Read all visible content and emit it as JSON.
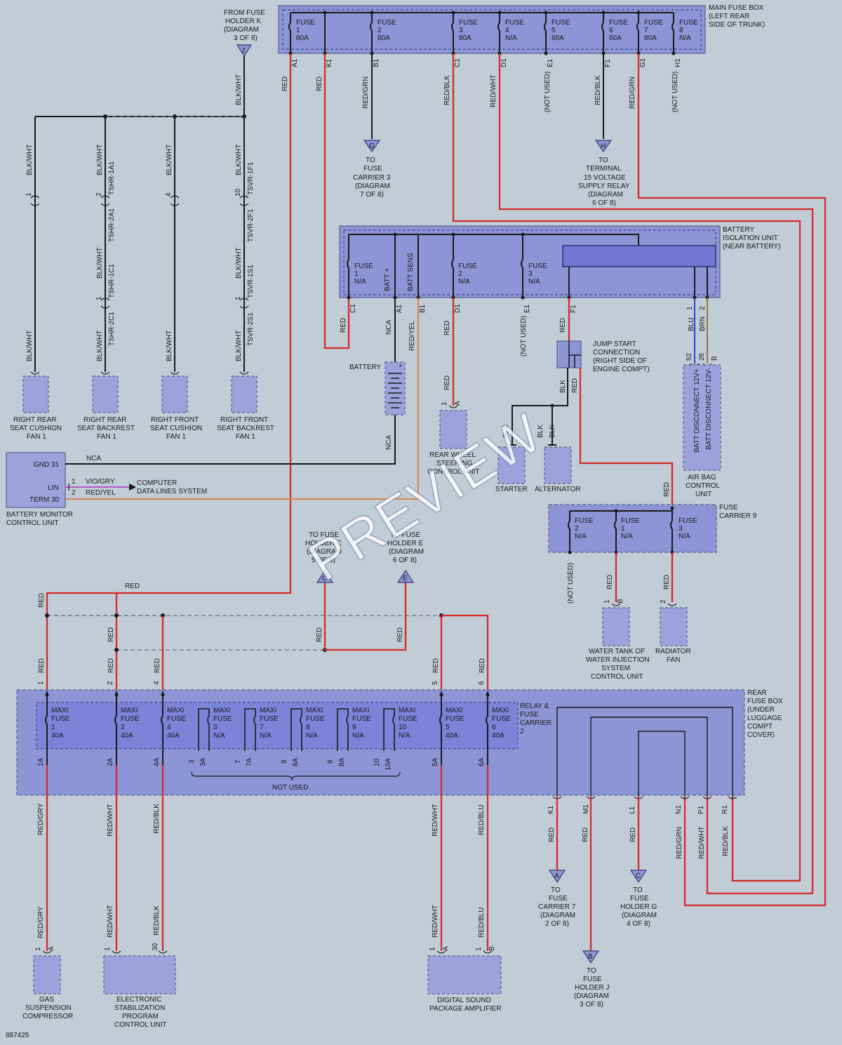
{
  "main_fuse_box": {
    "label": [
      "MAIN FUSE BOX",
      "(LEFT REAR",
      "SIDE OF TRUNK)"
    ],
    "fuses": [
      {
        "name": "FUSE",
        "num": "1",
        "rating": "80A",
        "pin": "A1",
        "wire": "RED"
      },
      {
        "name": "FUSE",
        "num": "2",
        "rating": "80A",
        "pin": "B1",
        "wire": "RED/GRN"
      },
      {
        "name": "FUSE",
        "num": "3",
        "rating": "80A",
        "pin": "C1",
        "wire": "RED/BLK"
      },
      {
        "name": "FUSE",
        "num": "4",
        "rating": "N/A",
        "pin": "D1",
        "wire": "RED/WHT"
      },
      {
        "name": "FUSE",
        "num": "5",
        "rating": "60A",
        "pin": "E1",
        "wire": "(NOT USED)"
      },
      {
        "name": "FUSE",
        "num": "6",
        "rating": "60A",
        "pin": "F1",
        "wire": "RED/BLK"
      },
      {
        "name": "FUSE",
        "num": "7",
        "rating": "80A",
        "pin": "G1",
        "wire": "RED/GRN"
      },
      {
        "name": "FUSE",
        "num": "8",
        "rating": "N/A",
        "pin": "H1",
        "wire": "(NOT USED)"
      }
    ],
    "k1_pin": "K1",
    "k1_wire": "RED"
  },
  "from_fuse_holder_k": {
    "label": [
      "FROM FUSE",
      "HOLDER K",
      "(DIAGRAM",
      "3 OF 8)"
    ],
    "connector": "J",
    "wire": "BLK/WHT"
  },
  "to_fuse_carrier_3": {
    "connector": "G",
    "label": [
      "TO",
      "FUSE",
      "CARRIER 3",
      "(DIAGRAM",
      "7 OF 8)"
    ]
  },
  "to_terminal_15": {
    "connector": "H",
    "label": [
      "TO",
      "TERMINAL",
      "15 VOLTAGE",
      "SUPPLY RELAY",
      "(DIAGRAM",
      "6 OF 8)"
    ]
  },
  "fans": [
    {
      "wire": "BLK/WHT",
      "pin": "1",
      "label": [
        "RIGHT REAR",
        "SEAT CUSHION",
        "FAN 1"
      ]
    },
    {
      "wire": "BLK/WHT",
      "pin": "2",
      "conn_a": "TSHR-1A1",
      "conn_b": "TSHR-2A1",
      "wire_b": "BLK/WHT",
      "conn_c": "TSHR-1C1",
      "conn_d": "TSHR-2C1",
      "pin_c": "1",
      "label": [
        "RIGHT REAR",
        "SEAT BACKREST",
        "FAN 1"
      ]
    },
    {
      "wire": "BLK/WHT",
      "pin": "4",
      "label": [
        "RIGHT FRONT",
        "SEAT CUSHION",
        "FAN 1"
      ]
    },
    {
      "wire": "BLK/WHT",
      "pin": "10",
      "conn_a": "TSVR-1F1",
      "conn_b": "TSVR-2F1",
      "wire_b": "BLK/WHT",
      "conn_c": "TSVR-1S1",
      "conn_d": "TSVR-2S1",
      "pin_c": "1",
      "label": [
        "RIGHT FRONT",
        "SEAT BACKREST",
        "FAN 1"
      ]
    }
  ],
  "battery_isolation_unit": {
    "label": [
      "BATTERY",
      "ISOLATION UNIT",
      "(NEAR BATTERY)"
    ],
    "fuses": [
      {
        "name": "FUSE",
        "num": "1",
        "rating": "N/A",
        "pin": "C1",
        "wire": "RED"
      },
      {
        "name": "FUSE",
        "num": "2",
        "rating": "N/A",
        "pin": "D1",
        "wire": "RED"
      },
      {
        "name": "FUSE",
        "num": "3",
        "rating": "N/A",
        "pin": "E1",
        "wire": "(NOT USED)"
      }
    ],
    "batt_plus": "BATT +",
    "batt_plus_pin": "A1",
    "batt_plus_wire": "NCA",
    "batt_sens": "BATT SENS",
    "batt_sens_pin": "B1",
    "batt_sens_wire": "RED/YEL",
    "f1_pin": "F1",
    "f1_wire": "RED",
    "pin_1": "1",
    "pin_1_wire": "BLU",
    "pin_2": "2",
    "pin_2_wire": "BRN"
  },
  "battery": {
    "label": "BATTERY",
    "wire_down": "NCA"
  },
  "rear_wheel_steering": {
    "wire": "RED",
    "pin": "1",
    "conn": "A",
    "label": [
      "REAR WHEEL",
      "STEERING",
      "CONTROL UNIT"
    ]
  },
  "jump_start": {
    "label": [
      "JUMP START",
      "CONNECTION",
      "(RIGHT SIDE OF",
      "ENGINE COMPT)"
    ],
    "wire_blk": "BLK",
    "wire_red": "RED"
  },
  "starter": {
    "label": "STARTER",
    "wire": "BLK"
  },
  "alternator": {
    "label": "ALTERNATOR",
    "wire_a": "BLK",
    "wire_b": "BLK"
  },
  "air_bag_cu": {
    "label": [
      "AIR BAG",
      "CONTROL",
      "UNIT"
    ],
    "pins": [
      "52",
      "26",
      "B"
    ],
    "internal": [
      "BATT DISCONNECT 12V+",
      "BATT DISCONNECT 12V-"
    ]
  },
  "battery_monitor": {
    "label": [
      "BATTERY MONITOR",
      "CONTROL UNIT"
    ],
    "gnd": "GND 31",
    "lin": "LIN",
    "term": "TERM 30",
    "gnd_wire": "NCA",
    "lin_pin": "1",
    "lin_wire": "VIO/GRY",
    "term_pin": "2",
    "term_wire": "RED/YEL"
  },
  "computer_data_lines": {
    "label": [
      "COMPUTER",
      "DATA LINES SYSTEM"
    ]
  },
  "fuse_carrier_9": {
    "label": [
      "FUSE",
      "CARRIER 9"
    ],
    "fuses": [
      {
        "name": "FUSE",
        "num": "2",
        "rating": "N/A",
        "wire": "(NOT USED)"
      },
      {
        "name": "FUSE",
        "num": "1",
        "rating": "N/A",
        "wire": "RED",
        "pin": "1",
        "conn": "B"
      },
      {
        "name": "FUSE",
        "num": "3",
        "rating": "N/A",
        "wire": "RED",
        "pin": "2"
      }
    ],
    "input_wire": "RED"
  },
  "water_tank_cu": {
    "label": [
      "WATER TANK OF",
      "WATER INJECTION",
      "SYSTEM",
      "CONTROL UNIT"
    ]
  },
  "radiator_fan": {
    "label": [
      "RADIATOR",
      "FAN"
    ]
  },
  "to_fuse_holder_c": {
    "connector": "C",
    "label": [
      "TO FUSE",
      "HOLDER C",
      "(DIAGRAM",
      "5 OF 8)"
    ],
    "wire": "RED"
  },
  "to_fuse_holder_e": {
    "connector": "E",
    "label": [
      "TO FUSE",
      "HOLDER E",
      "(DIAGRAM",
      "6 OF 8)"
    ],
    "wire": "RED"
  },
  "red_bus_label": "RED",
  "rear_fuse_box": {
    "label": [
      "REAR",
      "FUSE BOX",
      "(UNDER",
      "LUGGAGE",
      "COMPT",
      "COVER)"
    ],
    "relay_carrier": [
      "RELAY &",
      "FUSE",
      "CARRIER",
      "2"
    ],
    "maxi_fuses": [
      {
        "name": [
          "MAXI",
          "FUSE"
        ],
        "num": "1",
        "rating": "40A",
        "in_pin": "1",
        "out_pin": "1A",
        "in_wire": "RED",
        "out_wire": "RED/GRY"
      },
      {
        "name": [
          "MAXI",
          "FUSE"
        ],
        "num": "2",
        "rating": "40A",
        "in_pin": "2",
        "out_pin": "2A",
        "in_wire": "RED",
        "out_wire": "RED/WHT"
      },
      {
        "name": [
          "MAXI",
          "FUSE"
        ],
        "num": "4",
        "rating": "40A",
        "in_pin": "4",
        "out_pin": "4A",
        "in_wire": "RED",
        "out_wire": "RED/BLK"
      },
      {
        "name": [
          "MAXI",
          "FUSE"
        ],
        "num": "3",
        "rating": "N/A",
        "in_pin": "3",
        "out_pin": "3A"
      },
      {
        "name": [
          "MAXI",
          "FUSE"
        ],
        "num": "7",
        "rating": "N/A",
        "in_pin": "7",
        "out_pin": "7A"
      },
      {
        "name": [
          "MAXI",
          "FUSE"
        ],
        "num": "8",
        "rating": "N/A",
        "in_pin": "8",
        "out_pin": "8A"
      },
      {
        "name": [
          "MAXI",
          "FUSE"
        ],
        "num": "9",
        "rating": "N/A",
        "in_pin": "8",
        "out_pin": "8A"
      },
      {
        "name": [
          "MAXI",
          "FUSE"
        ],
        "num": "10",
        "rating": "N/A",
        "in_pin": "10",
        "out_pin": "10A"
      },
      {
        "name": [
          "MAXI",
          "FUSE"
        ],
        "num": "5",
        "rating": "40A",
        "in_pin": "5",
        "out_pin": "5A",
        "in_wire": "RED",
        "out_wire": "RED/WHT"
      },
      {
        "name": [
          "MAXI",
          "FUSE"
        ],
        "num": "6",
        "rating": "40A",
        "in_pin": "6",
        "out_pin": "6A",
        "in_wire": "RED",
        "out_wire": "RED/BLU"
      }
    ],
    "not_used": "NOT USED",
    "outputs": [
      {
        "pin": "K1",
        "wire": "RED"
      },
      {
        "pin": "M1",
        "wire": "RED"
      },
      {
        "pin": "L1",
        "wire": "RED"
      },
      {
        "pin": "N1",
        "wire": "RED/GRN"
      },
      {
        "pin": "P1",
        "wire": "RED/WHT"
      },
      {
        "pin": "R1",
        "wire": "RED/BLK"
      }
    ]
  },
  "to_fuse_carrier_7": {
    "connector": "A",
    "label": [
      "TO",
      "FUSE",
      "CARRIER 7",
      "(DIAGRAM",
      "2 OF 8)"
    ]
  },
  "to_fuse_holder_j": {
    "connector": "B",
    "label": [
      "TO",
      "FUSE",
      "HOLDER J",
      "(DIAGRAM",
      "3 OF 8)"
    ]
  },
  "to_fuse_holder_g": {
    "connector": "C",
    "label": [
      "TO",
      "FUSE",
      "HOLDER G",
      "(DIAGRAM",
      "4 OF 8)"
    ]
  },
  "gas_compressor": {
    "wire": "RED/GRY",
    "pin": "1",
    "conn": "A",
    "label": [
      "GAS",
      "SUSPENSION",
      "COMPRESSOR"
    ]
  },
  "esp_cu": {
    "wire_a": "RED/WHT",
    "pin_a": "1",
    "wire_b": "RED/BLK",
    "pin_b": "30",
    "label": [
      "ELECTRONIC",
      "STABILIZATION",
      "PROGRAM",
      "CONTROL UNIT"
    ]
  },
  "sound_amp": {
    "wire_a": "RED/WHT",
    "pin_a": "1",
    "conn_a": "A",
    "wire_b": "RED/BLU",
    "pin_b": "1",
    "conn_b": "B",
    "label": [
      "DIGITAL SOUND",
      "PACKAGE AMPLIFIER"
    ]
  },
  "figure_id": "887425",
  "watermark": "PREVIEW"
}
